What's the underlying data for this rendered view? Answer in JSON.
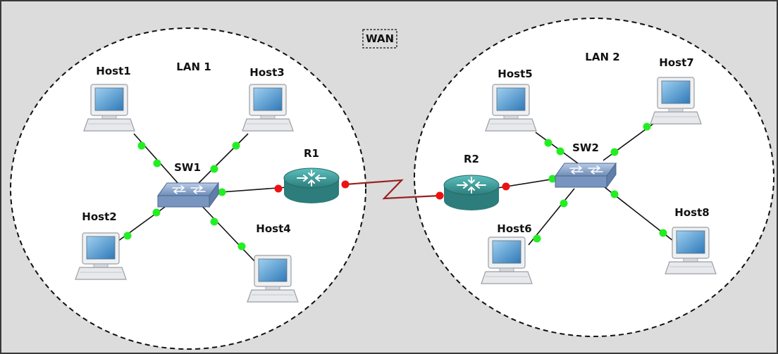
{
  "diagram": {
    "wan_label": "WAN",
    "lan1_label": "LAN 1",
    "lan2_label": "LAN 2",
    "hosts": [
      "Host1",
      "Host2",
      "Host3",
      "Host4",
      "Host5",
      "Host6",
      "Host7",
      "Host8"
    ],
    "switches": [
      "SW1",
      "SW2"
    ],
    "routers": [
      "R1",
      "R2"
    ]
  },
  "colors": {
    "canvas": "#dcdcdc",
    "port_up": "#22ee22",
    "port_down": "#ee1111",
    "wan_link": "#992222",
    "router": "#3c9a98",
    "switch": "#8da5c8"
  }
}
